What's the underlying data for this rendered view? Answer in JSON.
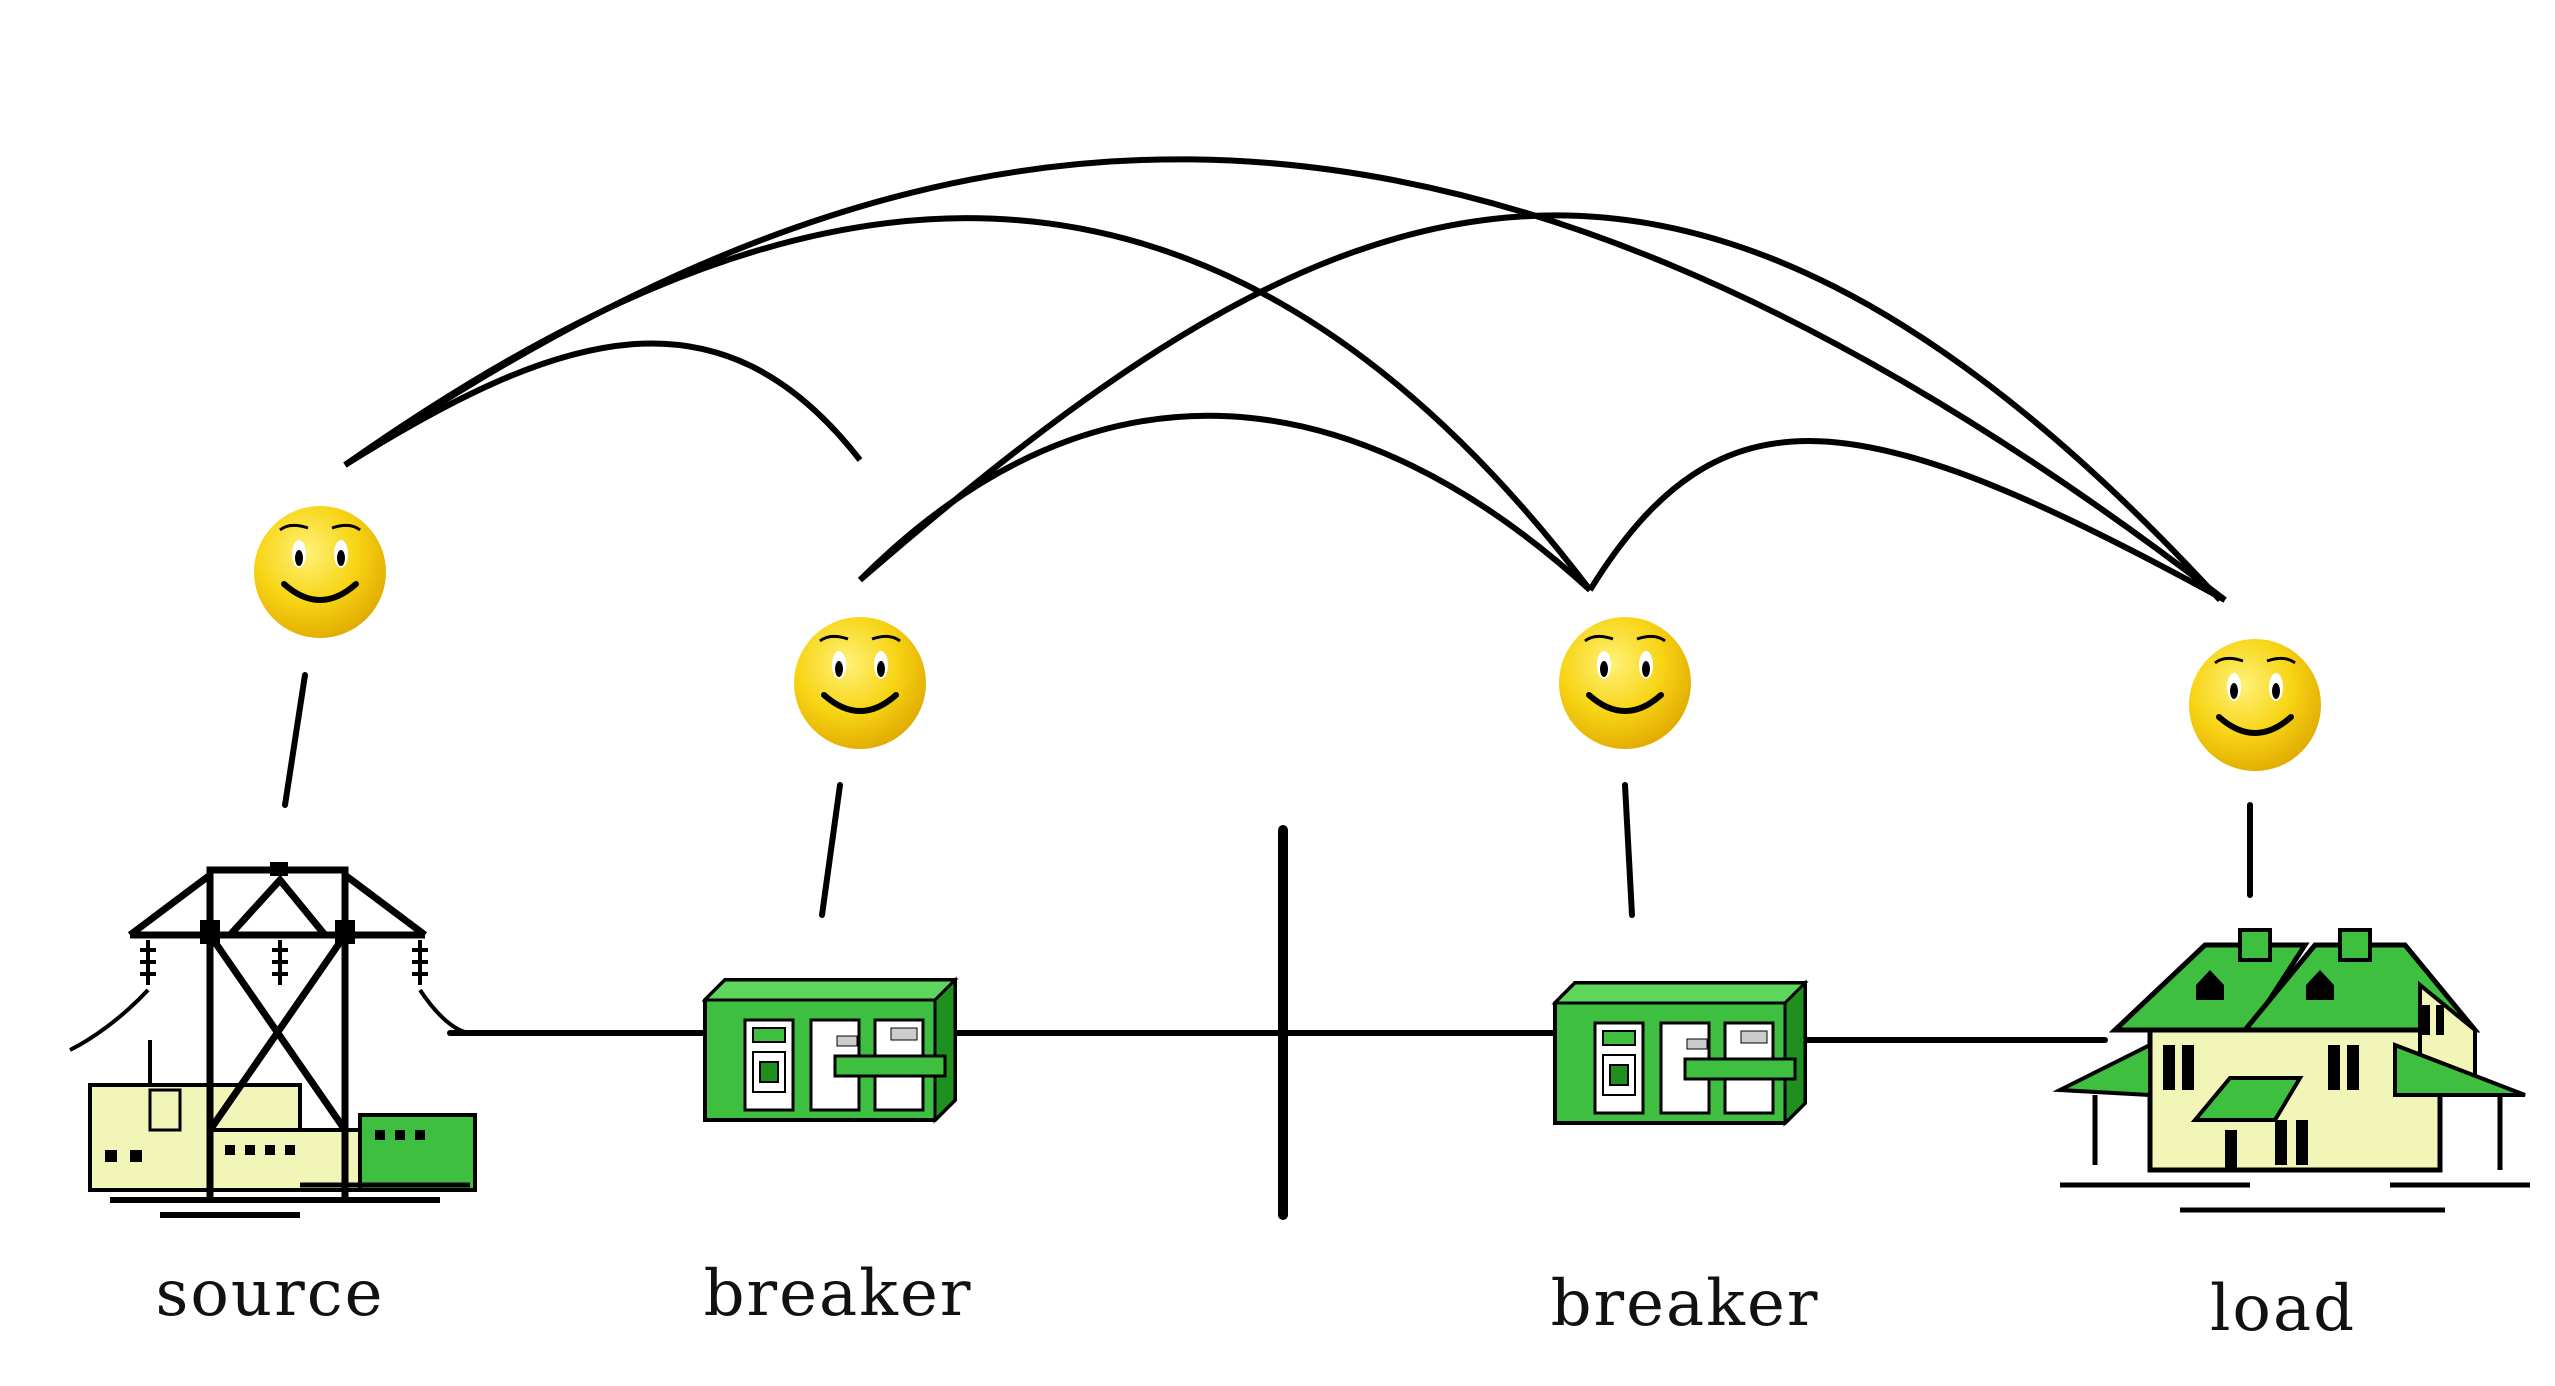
{
  "labels": {
    "source": "source",
    "breaker_left": "breaker",
    "breaker_right": "breaker",
    "load": "load"
  },
  "colors": {
    "green": "#3fbf3f",
    "dark_green": "#1f8f1f",
    "cream": "#f2f5b8",
    "smiley": "#f7d414",
    "line": "#000000"
  },
  "icons": {
    "agent": "smiley-face-icon",
    "source": "power-plant-icon",
    "breaker": "circuit-breaker-icon",
    "load": "house-icon"
  }
}
